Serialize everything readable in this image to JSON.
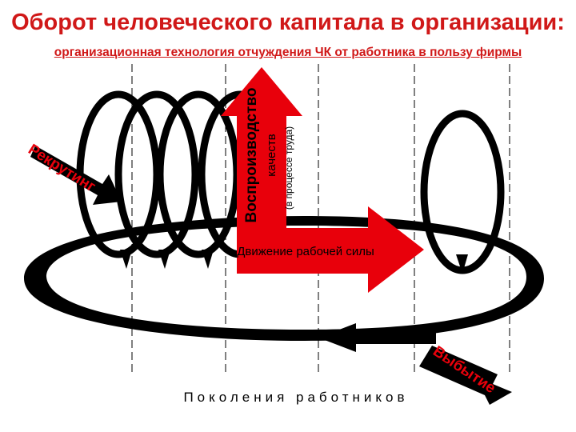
{
  "title": "Оборот человеческого капитала в организации:",
  "subtitle": "организационная технология отчуждения ЧК от работника в пользу фирмы",
  "labels": {
    "recruiting": "Рекрутинг",
    "exit": "Выбытие",
    "vertical_main": "Воспроизводство",
    "vertical_sub": "качеств",
    "vertical_small": "(в процессе труда)",
    "workforce_movement": "Движение рабочей силы",
    "generations": "Поколения работников"
  },
  "colors": {
    "red": "#e8000b",
    "title_red": "#d01818",
    "black": "#000000"
  }
}
